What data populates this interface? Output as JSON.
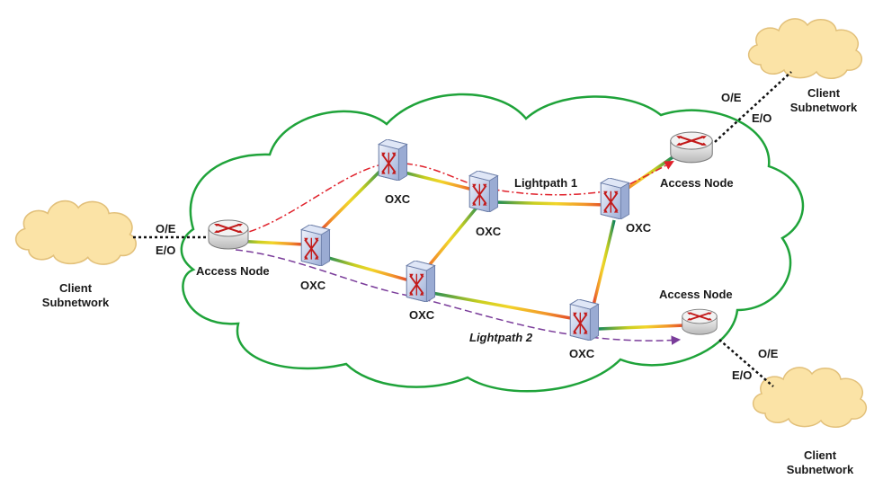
{
  "labels": {
    "access_node": "Access Node",
    "oxc": "OXC",
    "oe": "O/E",
    "eo": "E/O",
    "client_line1": "Client",
    "client_line2": "Subnetwork",
    "lightpath1": "Lightpath 1",
    "lightpath2": "Lightpath 2"
  },
  "colors": {
    "core_cloud_stroke": "#1fa33a",
    "client_cloud_fill": "#fbe3a6",
    "client_cloud_stroke": "#e2c07a",
    "lightpath1": "#e0202a",
    "lightpath2": "#7a3c9a",
    "router_fill": "#e6e6e6",
    "oxc_fill": "#c9d4ec",
    "arrow_red": "#c21a1a"
  },
  "icons": [
    "router-icon",
    "optical-cross-connect-icon",
    "cloud-icon"
  ]
}
